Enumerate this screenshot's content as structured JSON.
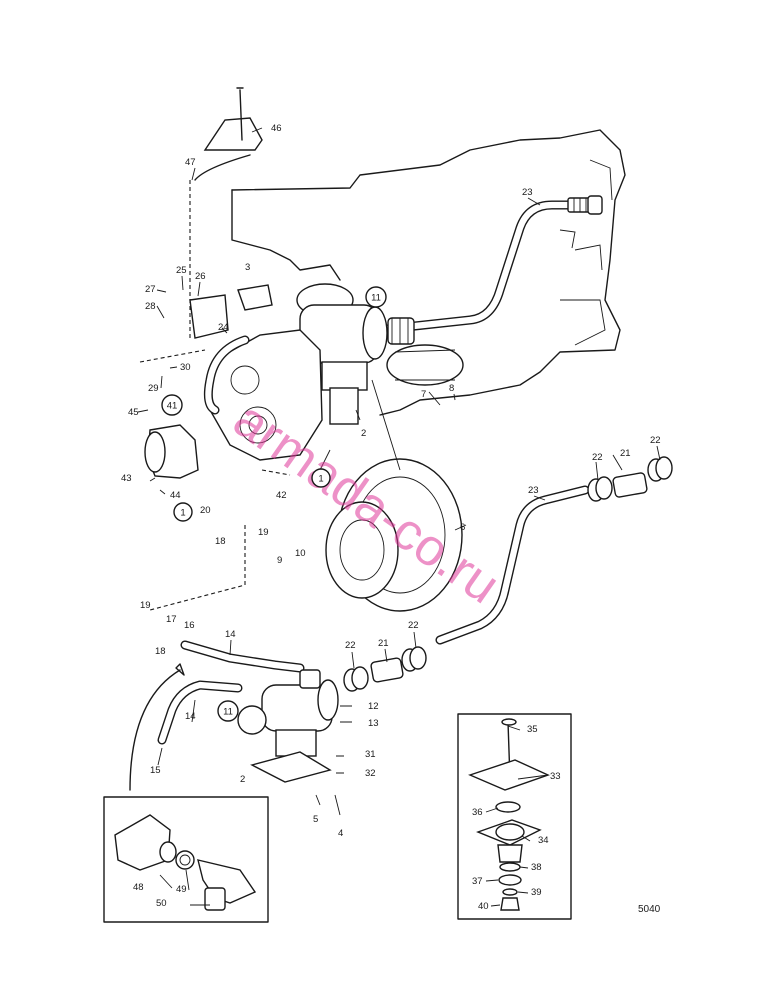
{
  "figure_code": "5040",
  "watermark": "armada-co.ru",
  "colors": {
    "line": "#1a1a1a",
    "watermark": "#e0389a",
    "background": "#ffffff"
  },
  "callouts": {
    "c1": "1",
    "c1b": "1",
    "c2": "2",
    "c2b": "2",
    "c3": "3",
    "c4": "4",
    "c5": "5",
    "c6": "6",
    "c7": "7",
    "c8": "8",
    "c9": "9",
    "c10": "10",
    "c11": "11",
    "c11b": "11",
    "c12": "12",
    "c13": "13",
    "c14": "14",
    "c14b": "14",
    "c15": "15",
    "c16": "16",
    "c17": "17",
    "c18": "18",
    "c18b": "18",
    "c19": "19",
    "c19b": "19",
    "c20": "20",
    "c21": "21",
    "c21b": "21",
    "c22a": "22",
    "c22b": "22",
    "c22c": "22",
    "c22d": "22",
    "c23": "23",
    "c23b": "23",
    "c24": "24",
    "c25": "25",
    "c26": "26",
    "c27": "27",
    "c28": "28",
    "c29": "29",
    "c30": "30",
    "c31": "31",
    "c32": "32",
    "c33": "33",
    "c34": "34",
    "c35": "35",
    "c36": "36",
    "c37": "37",
    "c38": "38",
    "c39": "39",
    "c40": "40",
    "c41": "41",
    "c42": "42",
    "c43": "43",
    "c44": "44",
    "c45": "45",
    "c46": "46",
    "c47": "47",
    "c48": "48",
    "c49": "49",
    "c50": "50"
  }
}
